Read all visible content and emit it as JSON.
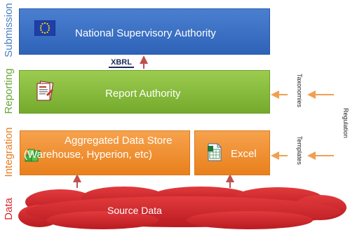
{
  "layers": {
    "submission": "Submission",
    "reporting": "Reporting",
    "integration": "Integration",
    "data": "Data"
  },
  "boxes": {
    "submission": "National Supervisory Authority",
    "reporting": "Report Authority",
    "aggregated_line1": "Aggregated Data Store",
    "aggregated_line2": "(Warehouse, Hyperion, etc)",
    "excel": "Excel",
    "source": "Source Data"
  },
  "logos": {
    "xbrl": "XBRL"
  },
  "side_labels": {
    "taxonomies": "Taxonomies",
    "templates": "Templates",
    "regulation": "Regulation"
  },
  "colors": {
    "layer_label": "#4a7fc1",
    "submission": "#3a6fc4",
    "reporting": "#8cbd43",
    "integration": "#f08c2e",
    "source_cloud": "#d8262b",
    "arrow_red": "#c0504d",
    "arrow_orange": "#f0a050"
  },
  "icons": [
    "eu-flag-icon",
    "xbrl-logo",
    "report-document-icon",
    "database-cubes-icon",
    "excel-file-icon"
  ]
}
